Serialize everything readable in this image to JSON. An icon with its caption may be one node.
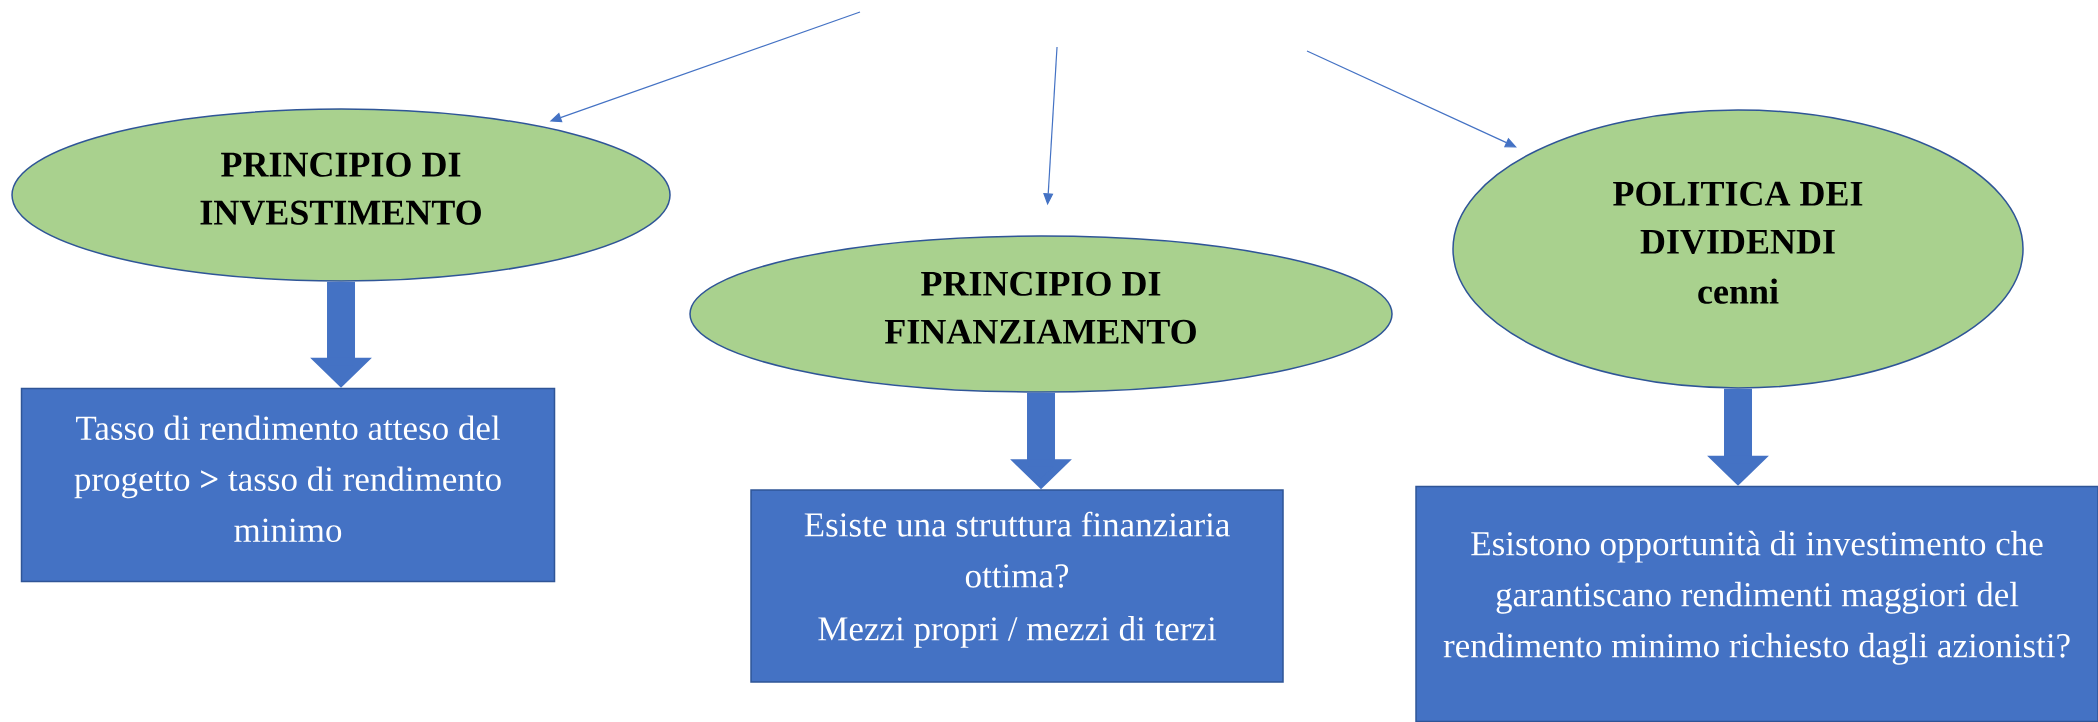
{
  "diagram": {
    "nodes": [
      {
        "text": [
          "PRINCIPIO DI INVESTIMENTO"
        ]
      },
      {
        "text": [
          "PRINCIPIO DI FINANZIAMENTO"
        ]
      },
      {
        "text": [
          "POLITICA DEI DIVIDENDI",
          "cenni"
        ]
      },
      {
        "text": [
          "Tasso di rendimento atteso del progetto **>** tasso di rendimento minimo"
        ]
      },
      {
        "text": [
          "Esiste una struttura finanziaria ottima?",
          "Mezzi propri / mezzi di terzi"
        ]
      },
      {
        "text": [
          "Esistono opportunità di investimento che garantiscano rendimenti maggiori del rendimento minimo richiesto dagli azionisti?"
        ]
      }
    ],
    "edges": [
      {
        "from": null,
        "to": 0,
        "arrow": "to"
      },
      {
        "from": null,
        "to": 1,
        "arrow": "to"
      },
      {
        "from": null,
        "to": 2,
        "arrow": "to"
      },
      {
        "from": 0,
        "to": 3,
        "arrow": "to",
        "style": "thick"
      },
      {
        "from": 1,
        "to": 4,
        "arrow": "to",
        "style": "thick"
      },
      {
        "from": 2,
        "to": 5,
        "arrow": "to",
        "style": "thick"
      }
    ]
  }
}
